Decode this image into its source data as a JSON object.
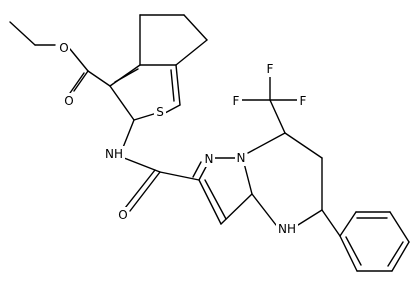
{
  "structure": {
    "atoms": [
      {
        "id": "a_co_o",
        "text": "O"
      },
      {
        "id": "a_ester_o",
        "text": "O"
      },
      {
        "id": "a_s",
        "text": "S"
      },
      {
        "id": "a_nh_amide",
        "text": "NH"
      },
      {
        "id": "a_amide_o",
        "text": "O"
      },
      {
        "id": "a_n1",
        "text": "N"
      },
      {
        "id": "a_n2",
        "text": "N"
      },
      {
        "id": "a_nh_ring",
        "text": "NH"
      },
      {
        "id": "a_f1",
        "text": "F"
      },
      {
        "id": "a_f2",
        "text": "F"
      },
      {
        "id": "a_f3",
        "text": "F"
      }
    ]
  }
}
